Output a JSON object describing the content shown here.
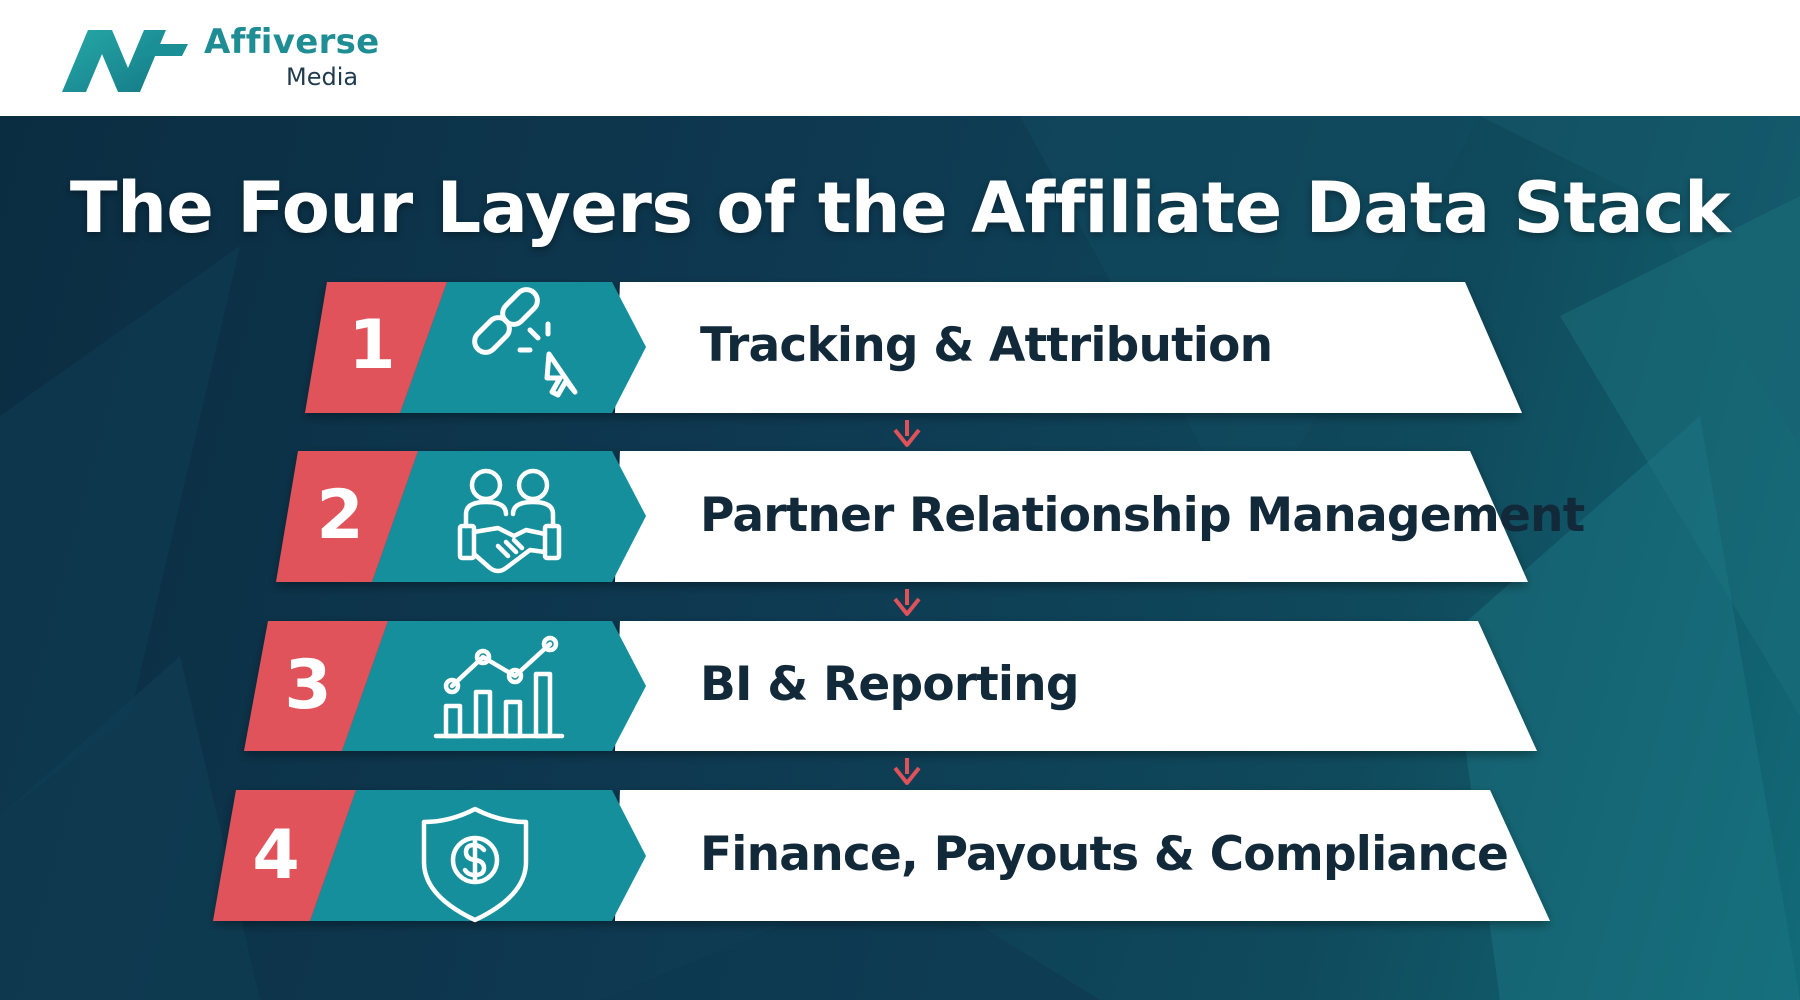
{
  "brand": {
    "name": "Affiverse",
    "sub": "Media"
  },
  "title": "The Four Layers of the Affiliate Data Stack",
  "layers": [
    {
      "number": "1",
      "label": "Tracking & Attribution",
      "icon": "link-cursor-icon"
    },
    {
      "number": "2",
      "label": "Partner Relationship Management",
      "icon": "handshake-people-icon"
    },
    {
      "number": "3",
      "label": "BI & Reporting",
      "icon": "bar-line-chart-icon"
    },
    {
      "number": "4",
      "label": "Finance, Payouts & Compliance",
      "icon": "shield-dollar-icon"
    }
  ],
  "colors": {
    "brand_teal": "#1f8e94",
    "number_red": "#e0525a",
    "icon_teal": "#178f9c",
    "label_text": "#12293a",
    "background": "#0e3a52",
    "arrow": "#e0525a"
  }
}
